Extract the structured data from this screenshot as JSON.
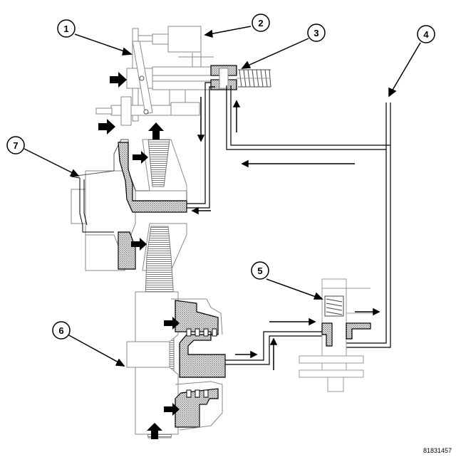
{
  "callouts": [
    {
      "label": "1"
    },
    {
      "label": "2"
    },
    {
      "label": "3"
    },
    {
      "label": "4"
    },
    {
      "label": "5"
    },
    {
      "label": "6"
    },
    {
      "label": "7"
    }
  ],
  "figure_id": "81831457"
}
